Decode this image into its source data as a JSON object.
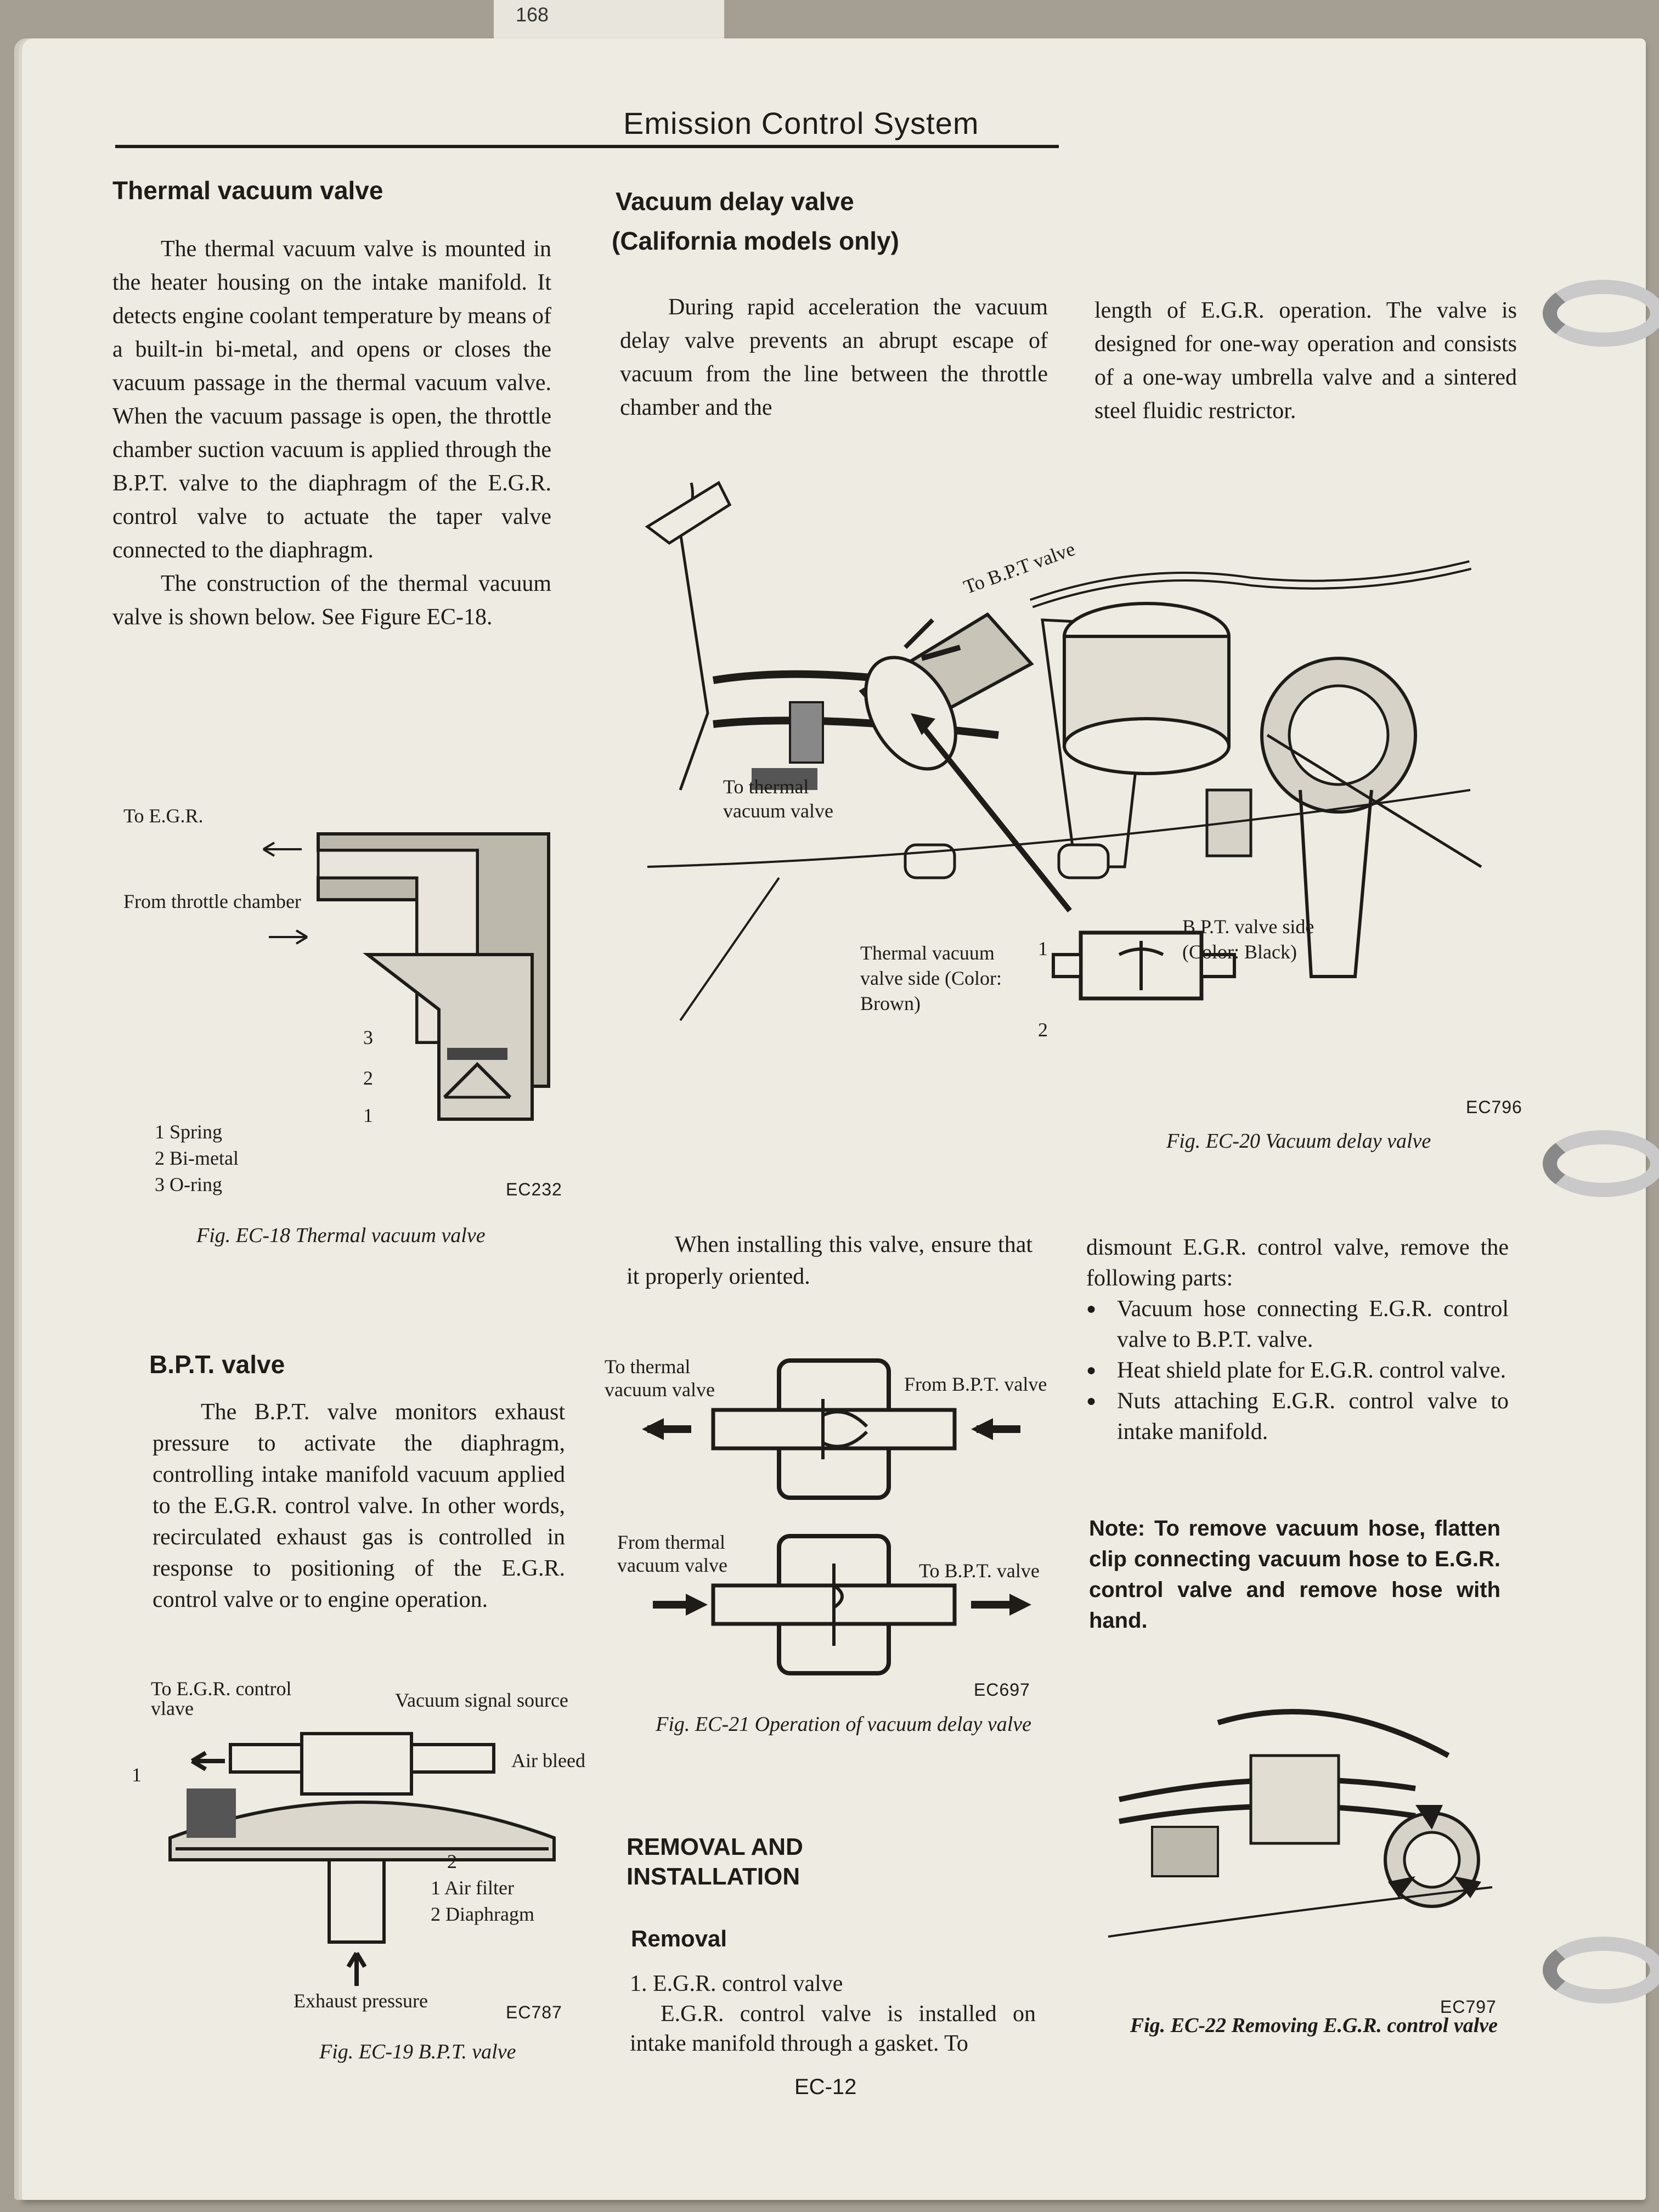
{
  "page": {
    "top_number": "168",
    "header": "Emission Control System",
    "page_number": "EC-12"
  },
  "thermal": {
    "heading": "Thermal vacuum valve",
    "p1": "The thermal vacuum valve is mounted in the heater housing on the intake manifold. It detects engine coolant temperature by means of a built-in bi-metal, and opens or closes the vacuum passage in the thermal vacuum valve. When the vacuum passage is open, the throttle chamber suction vacuum is applied through the B.P.T. valve to the diaphragm of the E.G.R. control valve to actuate the taper valve connected to the diaphragm.",
    "p2": "The construction of the thermal vacuum valve is shown below. See Figure EC-18."
  },
  "fig18": {
    "to_egr": "To E.G.R.",
    "from_throttle": "From throttle chamber",
    "n3": "3",
    "n2": "2",
    "n1": "1",
    "legend": [
      "1  Spring",
      "2  Bi-metal",
      "3  O-ring"
    ],
    "code": "EC232",
    "caption": "Fig. EC-18  Thermal vacuum valve"
  },
  "bpt": {
    "heading": "B.P.T. valve",
    "p1": "The B.P.T. valve monitors exhaust pressure to activate the diaphragm, controlling intake manifold vacuum applied to the E.G.R. control valve. In other words, recirculated exhaust gas is controlled in response to positioning of the E.G.R. control valve or to engine operation."
  },
  "fig19": {
    "to_egr": "To E.G.R. control vlave",
    "vacuum_signal": "Vacuum signal source",
    "air_bleed": "Air bleed",
    "n1": "1",
    "n2": "2",
    "legend": [
      "1  Air filter",
      "2  Diaphragm"
    ],
    "exhaust": "Exhaust pressure",
    "code": "EC787",
    "caption": "Fig. EC-19  B.P.T. valve"
  },
  "delay": {
    "heading1": "Vacuum delay valve",
    "heading2": "(California models only)",
    "p_left": "During rapid acceleration the vacuum delay valve prevents an abrupt escape of vacuum from the line between the throttle chamber and the",
    "p_right": "length of E.G.R. operation. The valve is designed for one-way operation and consists of a one-way umbrella valve and a sintered steel fluidic restrictor."
  },
  "fig20": {
    "to_bpt": "To B.P.T valve",
    "to_thermal": "To thermal vacuum valve",
    "thermal_side": "Thermal vacuum valve side (Color: Brown)",
    "bpt_side": "B.P.T. valve side (Color: Black)",
    "n1": "1",
    "n2": "2",
    "code": "EC796",
    "caption": "Fig. EC-20  Vacuum delay valve"
  },
  "install": {
    "p": "When installing this valve, ensure that it properly oriented."
  },
  "fig21": {
    "to_thermal": "To thermal vacuum valve",
    "from_bpt": "From B.P.T. valve",
    "from_thermal": "From thermal vacuum valve",
    "to_bpt": "To B.P.T. valve",
    "code": "EC697",
    "caption": "Fig. EC-21  Operation of vacuum delay valve"
  },
  "removal": {
    "heading": "REMOVAL AND INSTALLATION",
    "sub": "Removal",
    "item": "1.    E.G.R. control valve",
    "p": "E.G.R. control valve is installed on intake manifold through a gasket. To",
    "p_right": "dismount E.G.R. control valve, remove the following parts:",
    "bullets": [
      "Vacuum hose connecting E.G.R. control valve to B.P.T. valve.",
      "Heat shield plate for E.G.R. control valve.",
      "Nuts attaching E.G.R. control valve to intake manifold."
    ],
    "note": "Note: To remove vacuum hose, flatten clip connecting vacuum hose to E.G.R. control valve and remove hose with hand."
  },
  "fig22": {
    "code": "EC797",
    "caption": "Fig. EC-22  Removing E.G.R. control valve"
  }
}
